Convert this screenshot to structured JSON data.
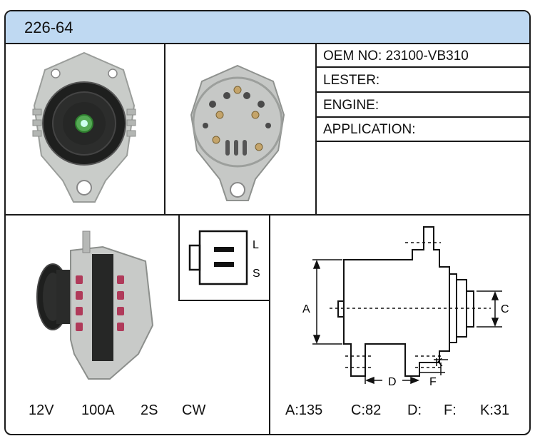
{
  "header": {
    "part_number": "226-64"
  },
  "info": {
    "oem_label": "OEM NO:",
    "oem_value": "23100-VB310",
    "lester_label": "LESTER:",
    "lester_value": "",
    "engine_label": "ENGINE:",
    "engine_value": "",
    "application_label": "APPLICATION:",
    "application_value": ""
  },
  "connector": {
    "terminal_top": "L",
    "terminal_bottom": "S"
  },
  "specs": {
    "voltage": "12V",
    "amperage": "100A",
    "pulley": "2S",
    "rotation": "CW"
  },
  "diagram": {
    "label_a": "A",
    "label_c": "C",
    "label_d": "D",
    "label_f": "F",
    "label_k": "K"
  },
  "dimensions": {
    "a": "A:135",
    "c": "C:82",
    "d": "D:",
    "f": "F:",
    "k": "K:31"
  }
}
